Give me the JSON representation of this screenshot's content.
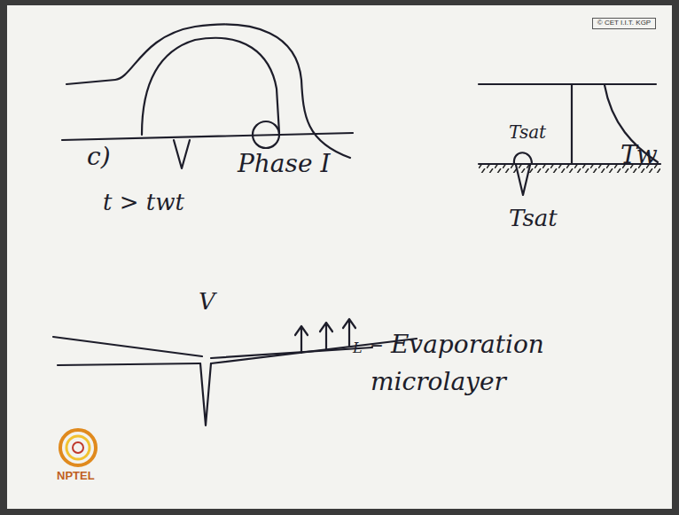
{
  "diagram": {
    "nodes": [
      {
        "text": [
          "© CET I.I.T. KGP"
        ]
      }
    ],
    "labels": [
      "c)",
      "t > twt",
      "Phase I",
      "Tsat",
      "Tw",
      "Tsat",
      "V",
      "L",
      "– Evaporation microlayer",
      "NPTEL"
    ]
  }
}
